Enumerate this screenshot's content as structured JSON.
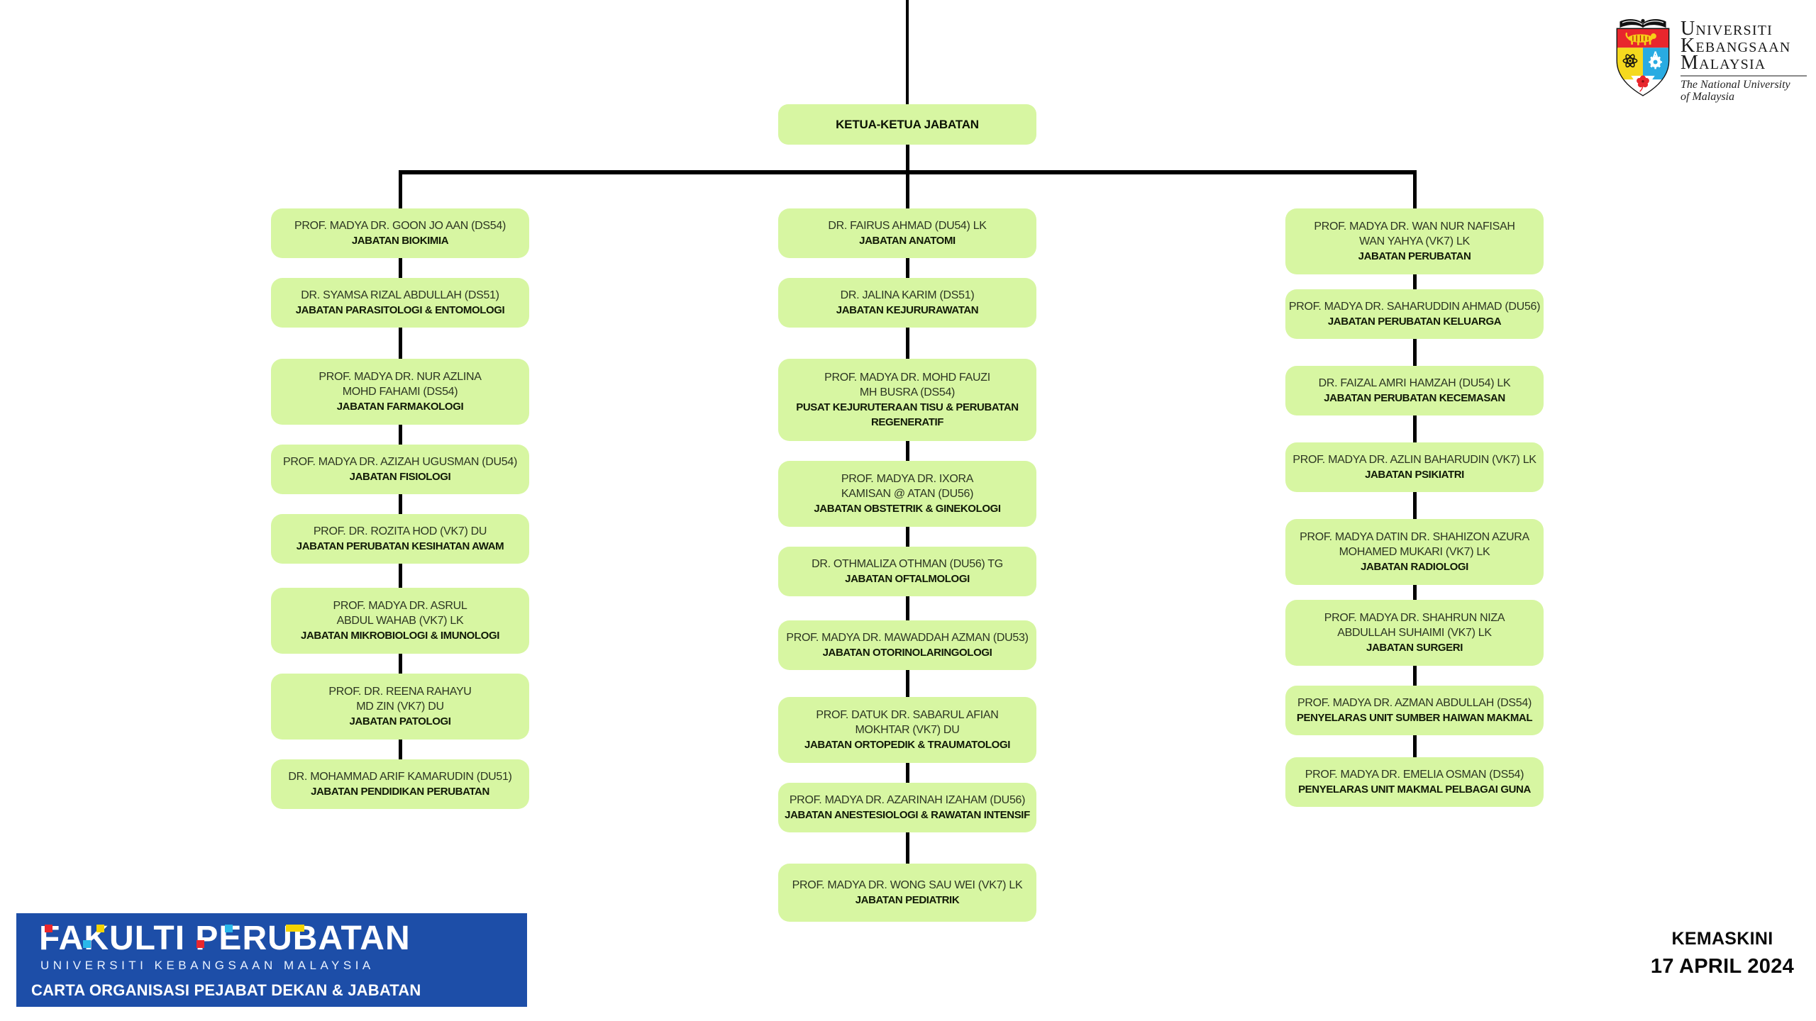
{
  "root_box": {
    "label": "KETUA-KETUA JABATAN"
  },
  "columns": [
    {
      "boxes": [
        {
          "lines": [
            "PROF. MADYA DR. GOON JO AAN (DS54)"
          ],
          "dept": [
            "JABATAN BIOKIMIA"
          ]
        },
        {
          "lines": [
            "DR. SYAMSA RIZAL ABDULLAH (DS51)"
          ],
          "dept": [
            "JABATAN PARASITOLOGI & ENTOMOLOGI"
          ]
        },
        {
          "lines": [
            "PROF. MADYA DR. NUR AZLINA",
            "MOHD FAHAMI (DS54)"
          ],
          "dept": [
            "JABATAN FARMAKOLOGI"
          ]
        },
        {
          "lines": [
            "PROF. MADYA DR. AZIZAH UGUSMAN (DU54)"
          ],
          "dept": [
            "JABATAN FISIOLOGI"
          ]
        },
        {
          "lines": [
            "PROF. DR. ROZITA HOD (VK7) DU"
          ],
          "dept": [
            "JABATAN PERUBATAN KESIHATAN AWAM"
          ]
        },
        {
          "lines": [
            "PROF. MADYA DR. ASRUL",
            "ABDUL WAHAB (VK7) LK"
          ],
          "dept": [
            "JABATAN MIKROBIOLOGI & IMUNOLOGI"
          ]
        },
        {
          "lines": [
            "PROF. DR. REENA RAHAYU",
            "MD ZIN (VK7) DU"
          ],
          "dept": [
            "JABATAN PATOLOGI"
          ]
        },
        {
          "lines": [
            "DR. MOHAMMAD ARIF KAMARUDIN (DU51)"
          ],
          "dept": [
            "JABATAN PENDIDIKAN PERUBATAN"
          ]
        }
      ]
    },
    {
      "boxes": [
        {
          "lines": [
            "DR. FAIRUS AHMAD (DU54) LK"
          ],
          "dept": [
            "JABATAN ANATOMI"
          ]
        },
        {
          "lines": [
            "DR. JALINA KARIM (DS51)"
          ],
          "dept": [
            "JABATAN KEJURURAWATAN"
          ]
        },
        {
          "lines": [
            "PROF. MADYA DR. MOHD FAUZI",
            "MH BUSRA (DS54)"
          ],
          "dept": [
            "PUSAT KEJURUTERAAN TISU & PERUBATAN",
            "REGENERATIF"
          ]
        },
        {
          "lines": [
            "PROF. MADYA DR. IXORA",
            "KAMISAN @ ATAN (DU56)"
          ],
          "dept": [
            "JABATAN OBSTETRIK & GINEKOLOGI"
          ]
        },
        {
          "lines": [
            "DR. OTHMALIZA OTHMAN (DU56) TG"
          ],
          "dept": [
            "JABATAN OFTALMOLOGI"
          ]
        },
        {
          "lines": [
            "PROF. MADYA DR. MAWADDAH AZMAN (DU53)"
          ],
          "dept": [
            "JABATAN OTORINOLARINGOLOGI"
          ]
        },
        {
          "lines": [
            "PROF. DATUK DR. SABARUL AFIAN",
            "MOKHTAR (VK7) DU"
          ],
          "dept": [
            "JABATAN ORTOPEDIK & TRAUMATOLOGI"
          ]
        },
        {
          "lines": [
            "PROF. MADYA DR. AZARINAH IZAHAM (DU56)"
          ],
          "dept": [
            "JABATAN ANESTESIOLOGI & RAWATAN INTENSIF"
          ]
        },
        {
          "lines": [
            "PROF. MADYA DR. WONG SAU WEI (VK7) LK"
          ],
          "dept": [
            "JABATAN PEDIATRIK"
          ]
        }
      ]
    },
    {
      "boxes": [
        {
          "lines": [
            "PROF. MADYA DR. WAN NUR NAFISAH",
            "WAN YAHYA (VK7) LK"
          ],
          "dept": [
            "JABATAN PERUBATAN"
          ]
        },
        {
          "lines": [
            "PROF. MADYA DR. SAHARUDDIN AHMAD (DU56)"
          ],
          "dept": [
            "JABATAN PERUBATAN KELUARGA"
          ]
        },
        {
          "lines": [
            "DR. FAIZAL AMRI HAMZAH (DU54) LK"
          ],
          "dept": [
            "JABATAN PERUBATAN KECEMASAN"
          ]
        },
        {
          "lines": [
            "PROF. MADYA DR. AZLIN BAHARUDIN (VK7) LK"
          ],
          "dept": [
            "JABATAN PSIKIATRI"
          ]
        },
        {
          "lines": [
            "PROF. MADYA DATIN DR. SHAHIZON AZURA",
            "MOHAMED MUKARI (VK7) LK"
          ],
          "dept": [
            "JABATAN RADIOLOGI"
          ]
        },
        {
          "lines": [
            "PROF. MADYA DR. SHAHRUN NIZA",
            "ABDULLAH SUHAIMI (VK7) LK"
          ],
          "dept": [
            "JABATAN SURGERI"
          ]
        },
        {
          "lines": [
            "PROF. MADYA DR. AZMAN ABDULLAH (DS54)"
          ],
          "dept": [
            "PENYELARAS UNIT SUMBER HAIWAN MAKMAL"
          ]
        },
        {
          "lines": [
            "PROF. MADYA DR. EMELIA OSMAN (DS54)"
          ],
          "dept": [
            "PENYELARAS UNIT MAKMAL PELBAGAI GUNA"
          ]
        }
      ]
    }
  ],
  "ukm_logo": {
    "name_lines": [
      "Universiti",
      "Kebangsaan",
      "Malaysia"
    ],
    "tagline_line1": "The National University",
    "tagline_line2": "of Malaysia"
  },
  "banner": {
    "wordmark": "FAKULTI PERUBATAN",
    "subtitle": "UNIVERSITI KEBANGSAAN MALAYSIA",
    "caption": "CARTA ORGANISASI PEJABAT DEKAN & JABATAN"
  },
  "update_info": {
    "label": "KEMASKINI",
    "date": "17 APRIL 2024"
  },
  "colors": {
    "box_green": "#d7f6a2",
    "connector_black": "#000000",
    "banner_blue": "#1d4ea8",
    "accent_red": "#e8262d",
    "accent_cyan": "#29b8ea",
    "accent_yellow": "#f5d400",
    "crest_blue": "#29abe2",
    "crest_yellow": "#f5d91e"
  }
}
